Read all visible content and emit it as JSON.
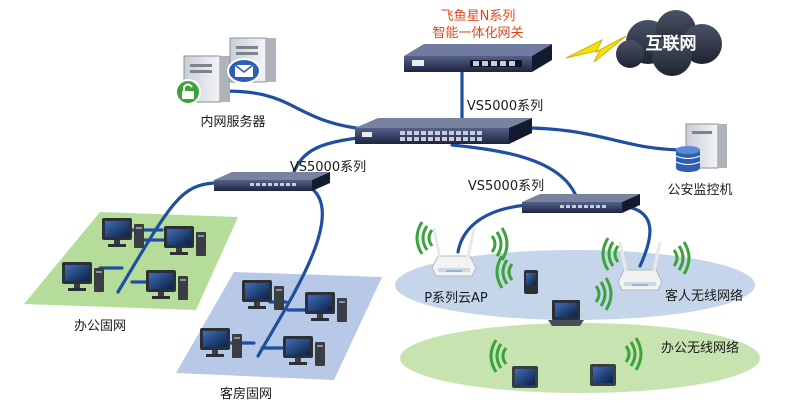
{
  "gateway": {
    "title_line1": "飞鱼星N系列",
    "title_line2": "智能一体化网关"
  },
  "internet": {
    "label": "互联网"
  },
  "core_switch": {
    "label": "VS5000系列"
  },
  "left_switch": {
    "label": "VS5000系列"
  },
  "right_switch": {
    "label": "VS5000系列"
  },
  "intranet_server": {
    "label": "内网服务器"
  },
  "police_monitor": {
    "label": "公安监控机"
  },
  "office_wired": {
    "label": "办公固网"
  },
  "guest_wired": {
    "label": "客房固网"
  },
  "ap": {
    "label": "P系列云AP"
  },
  "guest_wireless": {
    "label": "客人无线网络"
  },
  "office_wireless": {
    "label": "办公无线网络"
  },
  "colors": {
    "link_blue": "#1f4fa0",
    "office_zone_green": "#b6dc9a",
    "guest_zone_blue": "#b7c9e6",
    "wireless_blue": "#c6d6ea",
    "wireless_green": "#c7e3b0",
    "accent_red": "#e0481c",
    "signal_green": "#3aa33a"
  }
}
